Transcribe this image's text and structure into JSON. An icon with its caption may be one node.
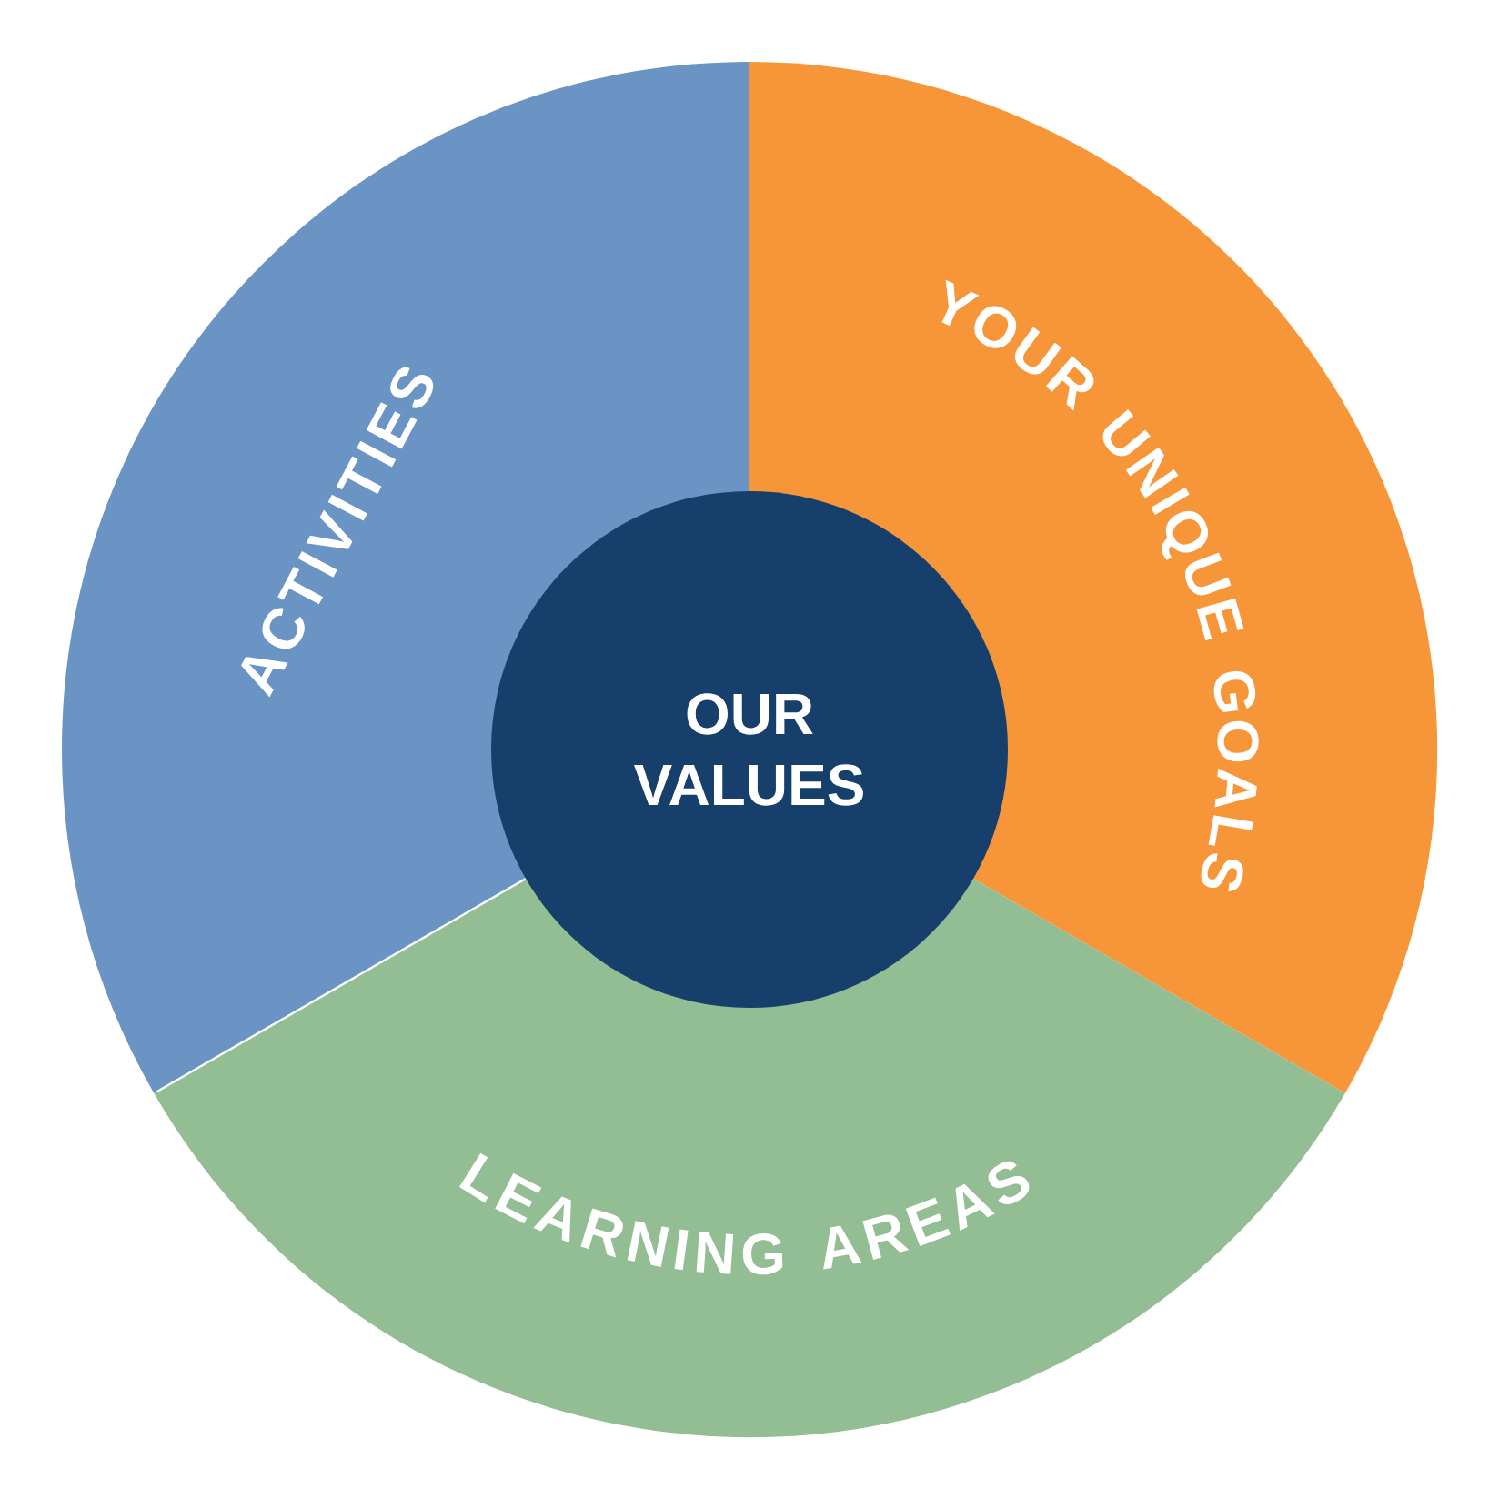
{
  "diagram": {
    "nodes": [
      {
        "text": [
          "ACTIVITIES"
        ]
      },
      {
        "text": [
          "YOUR UNIQUE GOALS"
        ]
      },
      {
        "text": [
          "OUR VALUES"
        ]
      },
      {
        "text": [
          "LEARNING AREAS"
        ]
      }
    ]
  }
}
